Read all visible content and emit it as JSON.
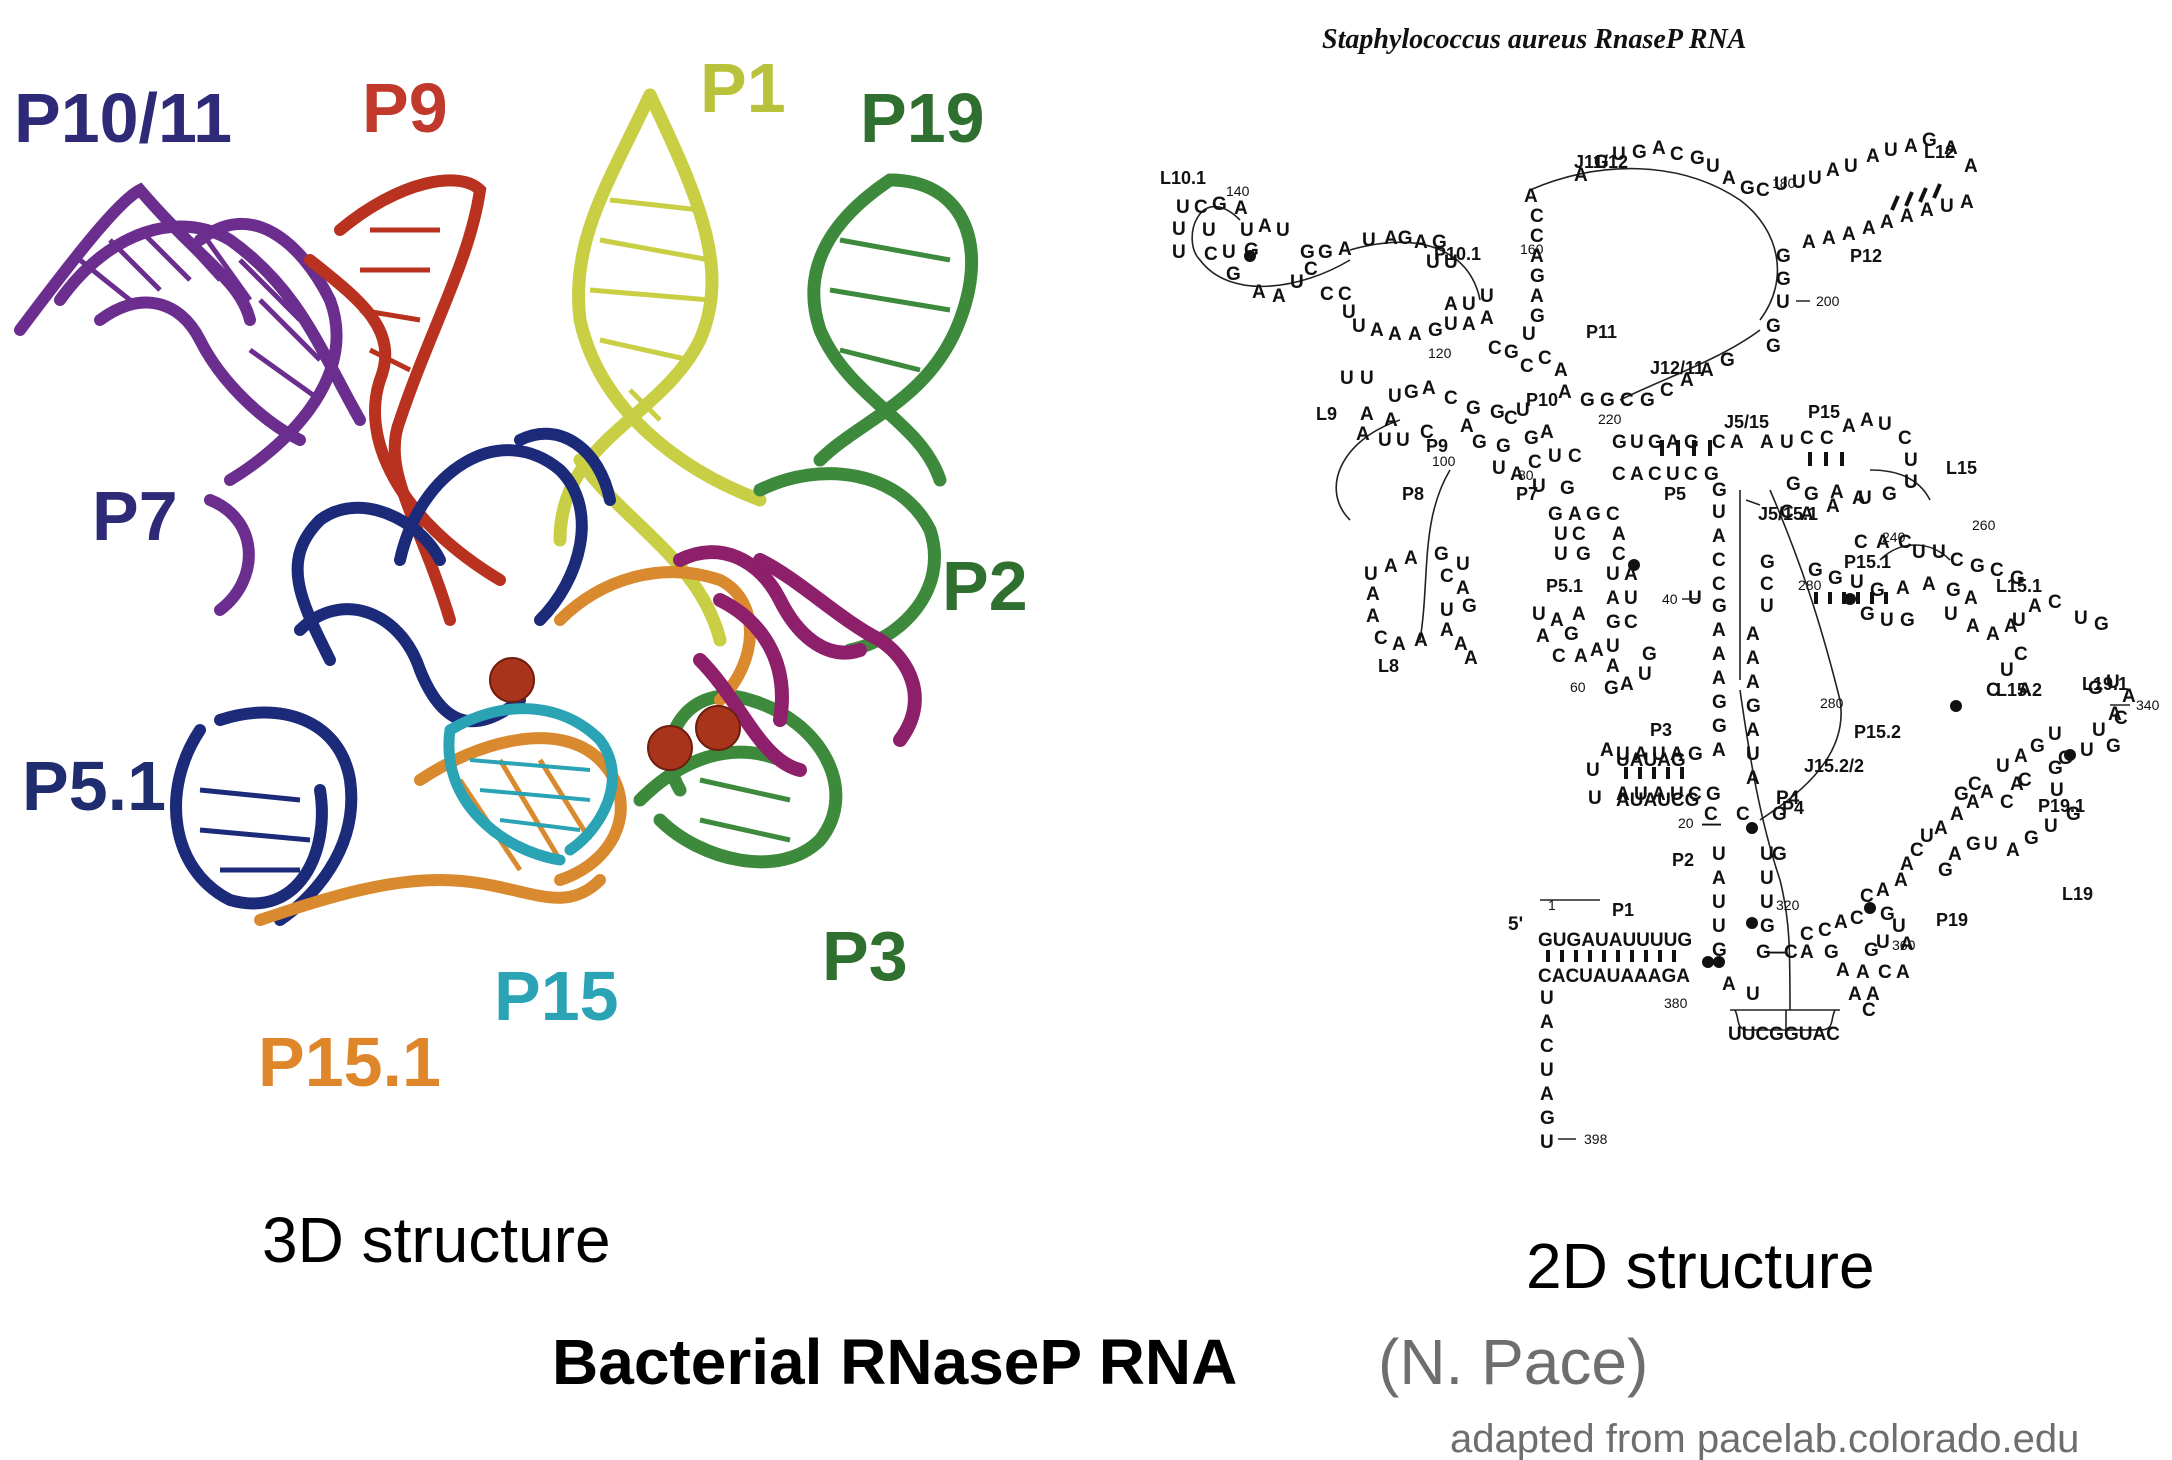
{
  "left_panel": {
    "helix_labels": [
      {
        "text": "P10/11",
        "color": "#2e2a78"
      },
      {
        "text": "P9",
        "color": "#c0392b"
      },
      {
        "text": "P1",
        "color": "#b8c23a"
      },
      {
        "text": "P19",
        "color": "#2f6f2f"
      },
      {
        "text": "P7",
        "color": "#2e2a78"
      },
      {
        "text": "P2",
        "color": "#2f6f2f"
      },
      {
        "text": "P5.1",
        "color": "#1f2c6e"
      },
      {
        "text": "P15",
        "color": "#2aa3b5"
      },
      {
        "text": "P3",
        "color": "#2f6f2f"
      },
      {
        "text": "P15.1",
        "color": "#e0862a"
      }
    ],
    "caption": "3D structure"
  },
  "right_panel": {
    "title": "Staphylococcus aureus RnaseP RNA",
    "caption": "2D structure",
    "helix_labels": [
      "L10.1",
      "P10.1",
      "J11/12",
      "L12",
      "P12",
      "P11",
      "J12/11",
      "L9",
      "P9",
      "P10",
      "J5/15",
      "P15",
      "L15",
      "P8",
      "P7",
      "P5",
      "J5/15.1",
      "P15.1",
      "L15.1",
      "P5.1",
      "L8",
      "L15.2",
      "P15.2",
      "L19.1",
      "P3",
      "J15.2/2",
      "P19.1",
      "P4",
      "P2",
      "L19",
      "P1",
      "P19"
    ],
    "position_numbers": [
      "140",
      "160",
      "180",
      "200",
      "120",
      "220",
      "100",
      "80",
      "240",
      "260",
      "280",
      "40",
      "60",
      "280",
      "340",
      "20",
      "1",
      "320",
      "360",
      "380",
      "398"
    ],
    "five_prime": "5'",
    "p1_top_strand": "GUGAUAUUUUG",
    "p1_bottom_strand": "CACUAUAAAGA",
    "tail_strand": "UACUAGU",
    "j_loop_strand": "UUCGGUAC",
    "p3_top": "UAUAG",
    "p3_bottom": "AUAUCG"
  },
  "footer": {
    "title": "Bacterial RNaseP RNA",
    "credit": "(N. Pace)",
    "source": "adapted from pacelab.colorado.edu"
  },
  "colors": {
    "purple": "#6b2e8f",
    "red": "#b8321f",
    "yellow": "#c9cf45",
    "green": "#3d8a3d",
    "navy": "#1c2a7a",
    "teal": "#2aa3b5",
    "orange": "#d98a2e",
    "magenta": "#8e1f6b",
    "ion": "#a8341c"
  }
}
